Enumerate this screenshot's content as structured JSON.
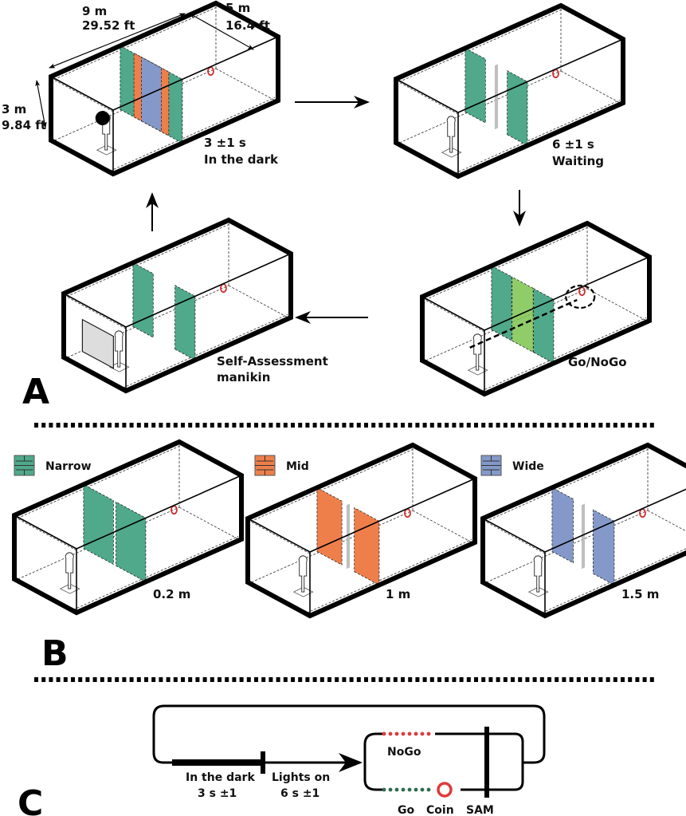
{
  "figure": {
    "panels": {
      "A": {
        "letter": "A",
        "dimensions": {
          "length_m": "9 m",
          "length_ft": "29.52 ft",
          "width_m": "5 m",
          "width_ft": "16.4 ft",
          "height_m": "3 m",
          "height_ft": "9.84 ft"
        },
        "stages": [
          {
            "id": "dark",
            "line1": "3 ±1 s",
            "line2": "In the dark"
          },
          {
            "id": "waiting",
            "line1": "6 ±1 s",
            "line2": "Waiting"
          },
          {
            "id": "gonogo",
            "line1": "Go/NoGo",
            "line2": ""
          },
          {
            "id": "sam",
            "line1": "Self-Assessment",
            "line2": "manikin"
          }
        ]
      },
      "B": {
        "letter": "B",
        "conditions": [
          {
            "label": "Narrow",
            "gap": "0.2 m",
            "color": "#4fa98a"
          },
          {
            "label": "Mid",
            "gap": "1 m",
            "color": "#ef7f4a"
          },
          {
            "label": "Wide",
            "gap": "1.5 m",
            "color": "#8499c9"
          }
        ]
      },
      "C": {
        "letter": "C",
        "dark_label": "In the dark",
        "dark_time": "3 s ±1",
        "lights_label": "Lights on",
        "lights_time": "6 s ±1",
        "nogo_label": "NoGo",
        "go_label": "Go",
        "coin_label": "Coin",
        "sam_label": "SAM",
        "nogo_color": "#e03a3a",
        "go_color": "#2e6b4f",
        "coin_color": "#e03a3a"
      }
    },
    "colors": {
      "green": "#4fa98a",
      "light_green": "#7cc44f",
      "orange": "#ef7f4a",
      "blue": "#8499c9",
      "gray": "#b8b8b8",
      "coin": "#d42a2a"
    }
  }
}
